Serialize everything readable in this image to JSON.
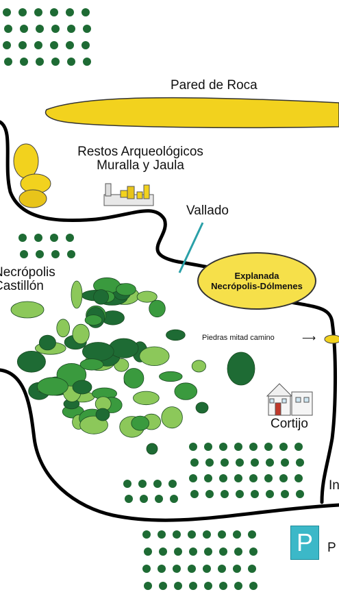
{
  "labels": {
    "pared": "Pared de Roca",
    "restos_line1": "Restos Arqueológicos",
    "restos_line2": "Muralla y Jaula",
    "vallado": "Vallado",
    "necropolis_line1": "Necrópolis",
    "necropolis_line2": "Castillón",
    "explanada_line1": "Explanada",
    "explanada_line2": "Necrópolis-Dólmenes",
    "piedras": "Piedras mitad camino",
    "cortijo": "Cortijo",
    "partial_in": "In",
    "parking_symbol": "P",
    "partial_p": "P"
  },
  "colors": {
    "rock_yellow": "#f2d21e",
    "tree_dark": "#1e6b34",
    "tree_mid": "#3a9a3e",
    "tree_light": "#8cc85a",
    "path": "#000000",
    "fence": "#2aa0a8",
    "parking": "#3cb8c8"
  },
  "icons": {
    "ruins": "ruins-icon",
    "house": "house-icon",
    "parking": "parking-icon",
    "arrow": "arrow-right-icon"
  }
}
